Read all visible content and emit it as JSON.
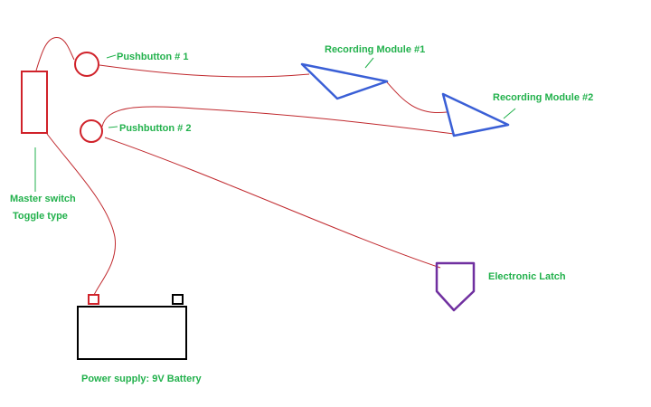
{
  "labels": {
    "pushbutton1": "Pushbutton # 1",
    "pushbutton2": "Pushbutton # 2",
    "recording_module1": "Recording Module #1",
    "recording_module2": "Recording Module #2",
    "master_switch": "Master switch",
    "toggle_type": "Toggle type",
    "electronic_latch": "Electronic Latch",
    "power_supply": "Power supply: 9V Battery"
  },
  "colors": {
    "wire": "#c0282d",
    "switch": "#d0222a",
    "module": "#3a5fd6",
    "latch": "#7030a0",
    "battery": "#000000",
    "label": "#22b14c"
  }
}
